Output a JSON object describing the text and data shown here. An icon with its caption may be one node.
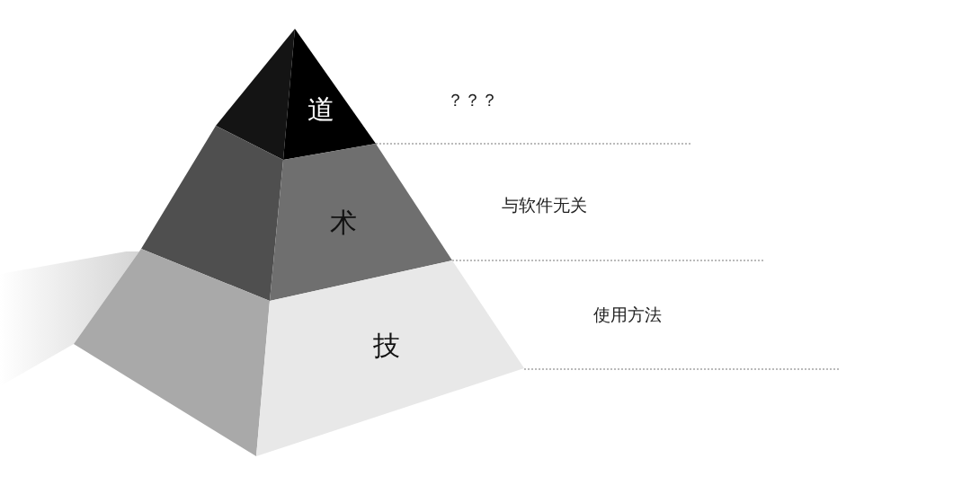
{
  "diagram": {
    "nodes": [
      {
        "text": [
          "道"
        ]
      },
      {
        "text": [
          "术"
        ]
      },
      {
        "text": [
          "技"
        ]
      }
    ],
    "labels": [
      "？？？",
      "与软件无关",
      "使用方法"
    ]
  }
}
